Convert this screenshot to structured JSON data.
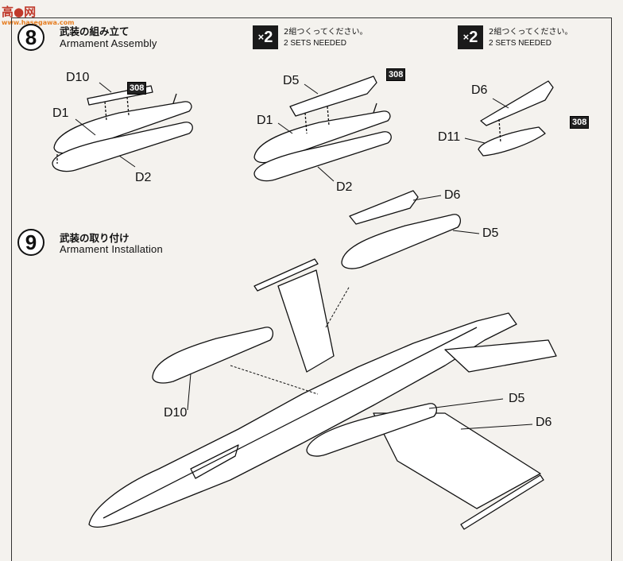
{
  "watermark": {
    "logo": "高●网",
    "site": "www.hasegawa.com"
  },
  "step8": {
    "number": "8",
    "title_jp": "武装の組み立て",
    "title_en": "Armament Assembly",
    "qty_a": {
      "mult": "×",
      "count": "2",
      "line1": "2組つくってください。",
      "line2": "2 SETS NEEDED"
    },
    "qty_b": {
      "mult": "×",
      "count": "2",
      "line1": "2組つくってください。",
      "line2": "2 SETS NEEDED"
    },
    "labels": {
      "d10": "D10",
      "d1a": "D1",
      "d2a": "D2",
      "d5": "D5",
      "d1b": "D1",
      "d2b": "D2",
      "d6": "D6",
      "d11": "D11"
    },
    "badges": {
      "a": "308",
      "b": "308",
      "c": "308"
    }
  },
  "step9": {
    "number": "9",
    "title_jp": "武装の取り付け",
    "title_en": "Armament Installation",
    "labels": {
      "d6_top": "D6",
      "d5_top": "D5",
      "d10": "D10",
      "d5_wing": "D5",
      "d6_wing": "D6"
    }
  }
}
